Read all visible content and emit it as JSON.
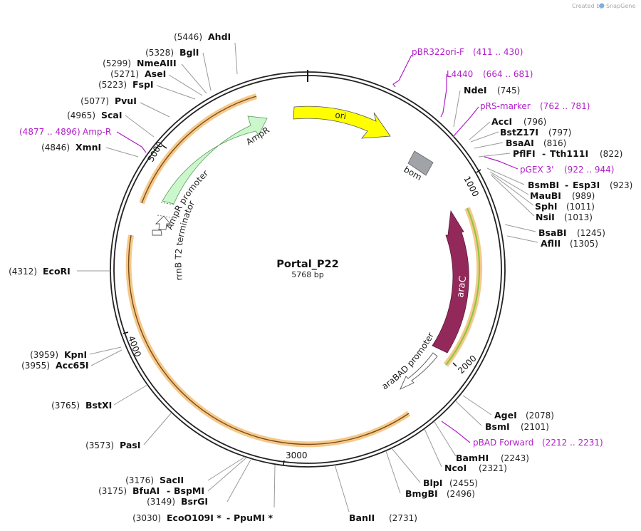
{
  "credit": {
    "created_by": "Created by",
    "brand": "SnapGene"
  },
  "plasmid": {
    "name": "Portal_P22",
    "length_label": "5768 bp"
  },
  "ticks": [
    "1000",
    "2000",
    "3000",
    "4000",
    "5000"
  ],
  "features": {
    "ori": "ori",
    "bom": "bom",
    "araC": "araC",
    "araBAD_promoter": "araBAD promoter",
    "AmpR": "AmpR",
    "AmpR_promoter": "AmpR promoter",
    "rrnB_terminator": "rrnB T2 terminator"
  },
  "enzymes": [
    {
      "pos": "(5446)",
      "name": "AhdI"
    },
    {
      "pos": "(5328)",
      "name": "BglI"
    },
    {
      "pos": "(5299)",
      "name": "NmeAIII"
    },
    {
      "pos": "(5271)",
      "name": "AseI"
    },
    {
      "pos": "(5223)",
      "name": "FspI"
    },
    {
      "pos": "(5077)",
      "name": "PvuI"
    },
    {
      "pos": "(4965)",
      "name": "ScaI"
    },
    {
      "pos": "(4846)",
      "name": "XmnI"
    },
    {
      "pos": "(4312)",
      "name": "EcoRI"
    },
    {
      "pos": "(3959)",
      "name": "KpnI"
    },
    {
      "pos": "(3955)",
      "name": "Acc65I"
    },
    {
      "pos": "(3765)",
      "name": "BstXI"
    },
    {
      "pos": "(3573)",
      "name": "PasI"
    },
    {
      "pos": "(3176)",
      "name": "SacII"
    },
    {
      "pos": "(3175)",
      "name": "BfuAI",
      "name2": "BspMI"
    },
    {
      "pos": "(3149)",
      "name": "BsrGI"
    },
    {
      "pos": "(3030)",
      "name": "EcoO109I *",
      "name2": "PpuMI *"
    },
    {
      "pos": "(2731)",
      "name": "BanII"
    },
    {
      "pos": "(2496)",
      "name": "BmgBI"
    },
    {
      "pos": "(2455)",
      "name": "BlpI"
    },
    {
      "pos": "(2321)",
      "name": "NcoI"
    },
    {
      "pos": "(2243)",
      "name": "BamHI"
    },
    {
      "pos": "(2101)",
      "name": "BsmI"
    },
    {
      "pos": "(2078)",
      "name": "AgeI"
    },
    {
      "pos": "(1305)",
      "name": "AflII"
    },
    {
      "pos": "(1245)",
      "name": "BsaBI"
    },
    {
      "pos": "(1013)",
      "name": "NsiI"
    },
    {
      "pos": "(1011)",
      "name": "SphI"
    },
    {
      "pos": "(989)",
      "name": "MauBI"
    },
    {
      "pos": "(923)",
      "name": "BsmBI",
      "name2": "Esp3I"
    },
    {
      "pos": "(822)",
      "name": "PflFI",
      "name2": "Tth111I"
    },
    {
      "pos": "(816)",
      "name": "BsaAI"
    },
    {
      "pos": "(797)",
      "name": "BstZ17I"
    },
    {
      "pos": "(796)",
      "name": "AccI"
    },
    {
      "pos": "(745)",
      "name": "NdeI"
    }
  ],
  "primers": [
    {
      "name": "pBR322ori-F",
      "range": "(411 .. 430)"
    },
    {
      "name": "L4440",
      "range": "(664 .. 681)"
    },
    {
      "name": "pRS-marker",
      "range": "(762 .. 781)"
    },
    {
      "name": "pGEX 3'",
      "range": "(922 .. 944)"
    },
    {
      "name": "pBAD Forward",
      "range": "(2212 .. 2231)"
    },
    {
      "name": "Amp-R",
      "range": "(4877 .. 4896)"
    }
  ],
  "colors": {
    "ori": "#ffff00",
    "bom": "#a0a4a8",
    "araC": "#93295a",
    "AmpR": "#ccf7cc",
    "orf": "#f5c98a",
    "primer": "#b01ec8",
    "backbone": "#222222"
  }
}
